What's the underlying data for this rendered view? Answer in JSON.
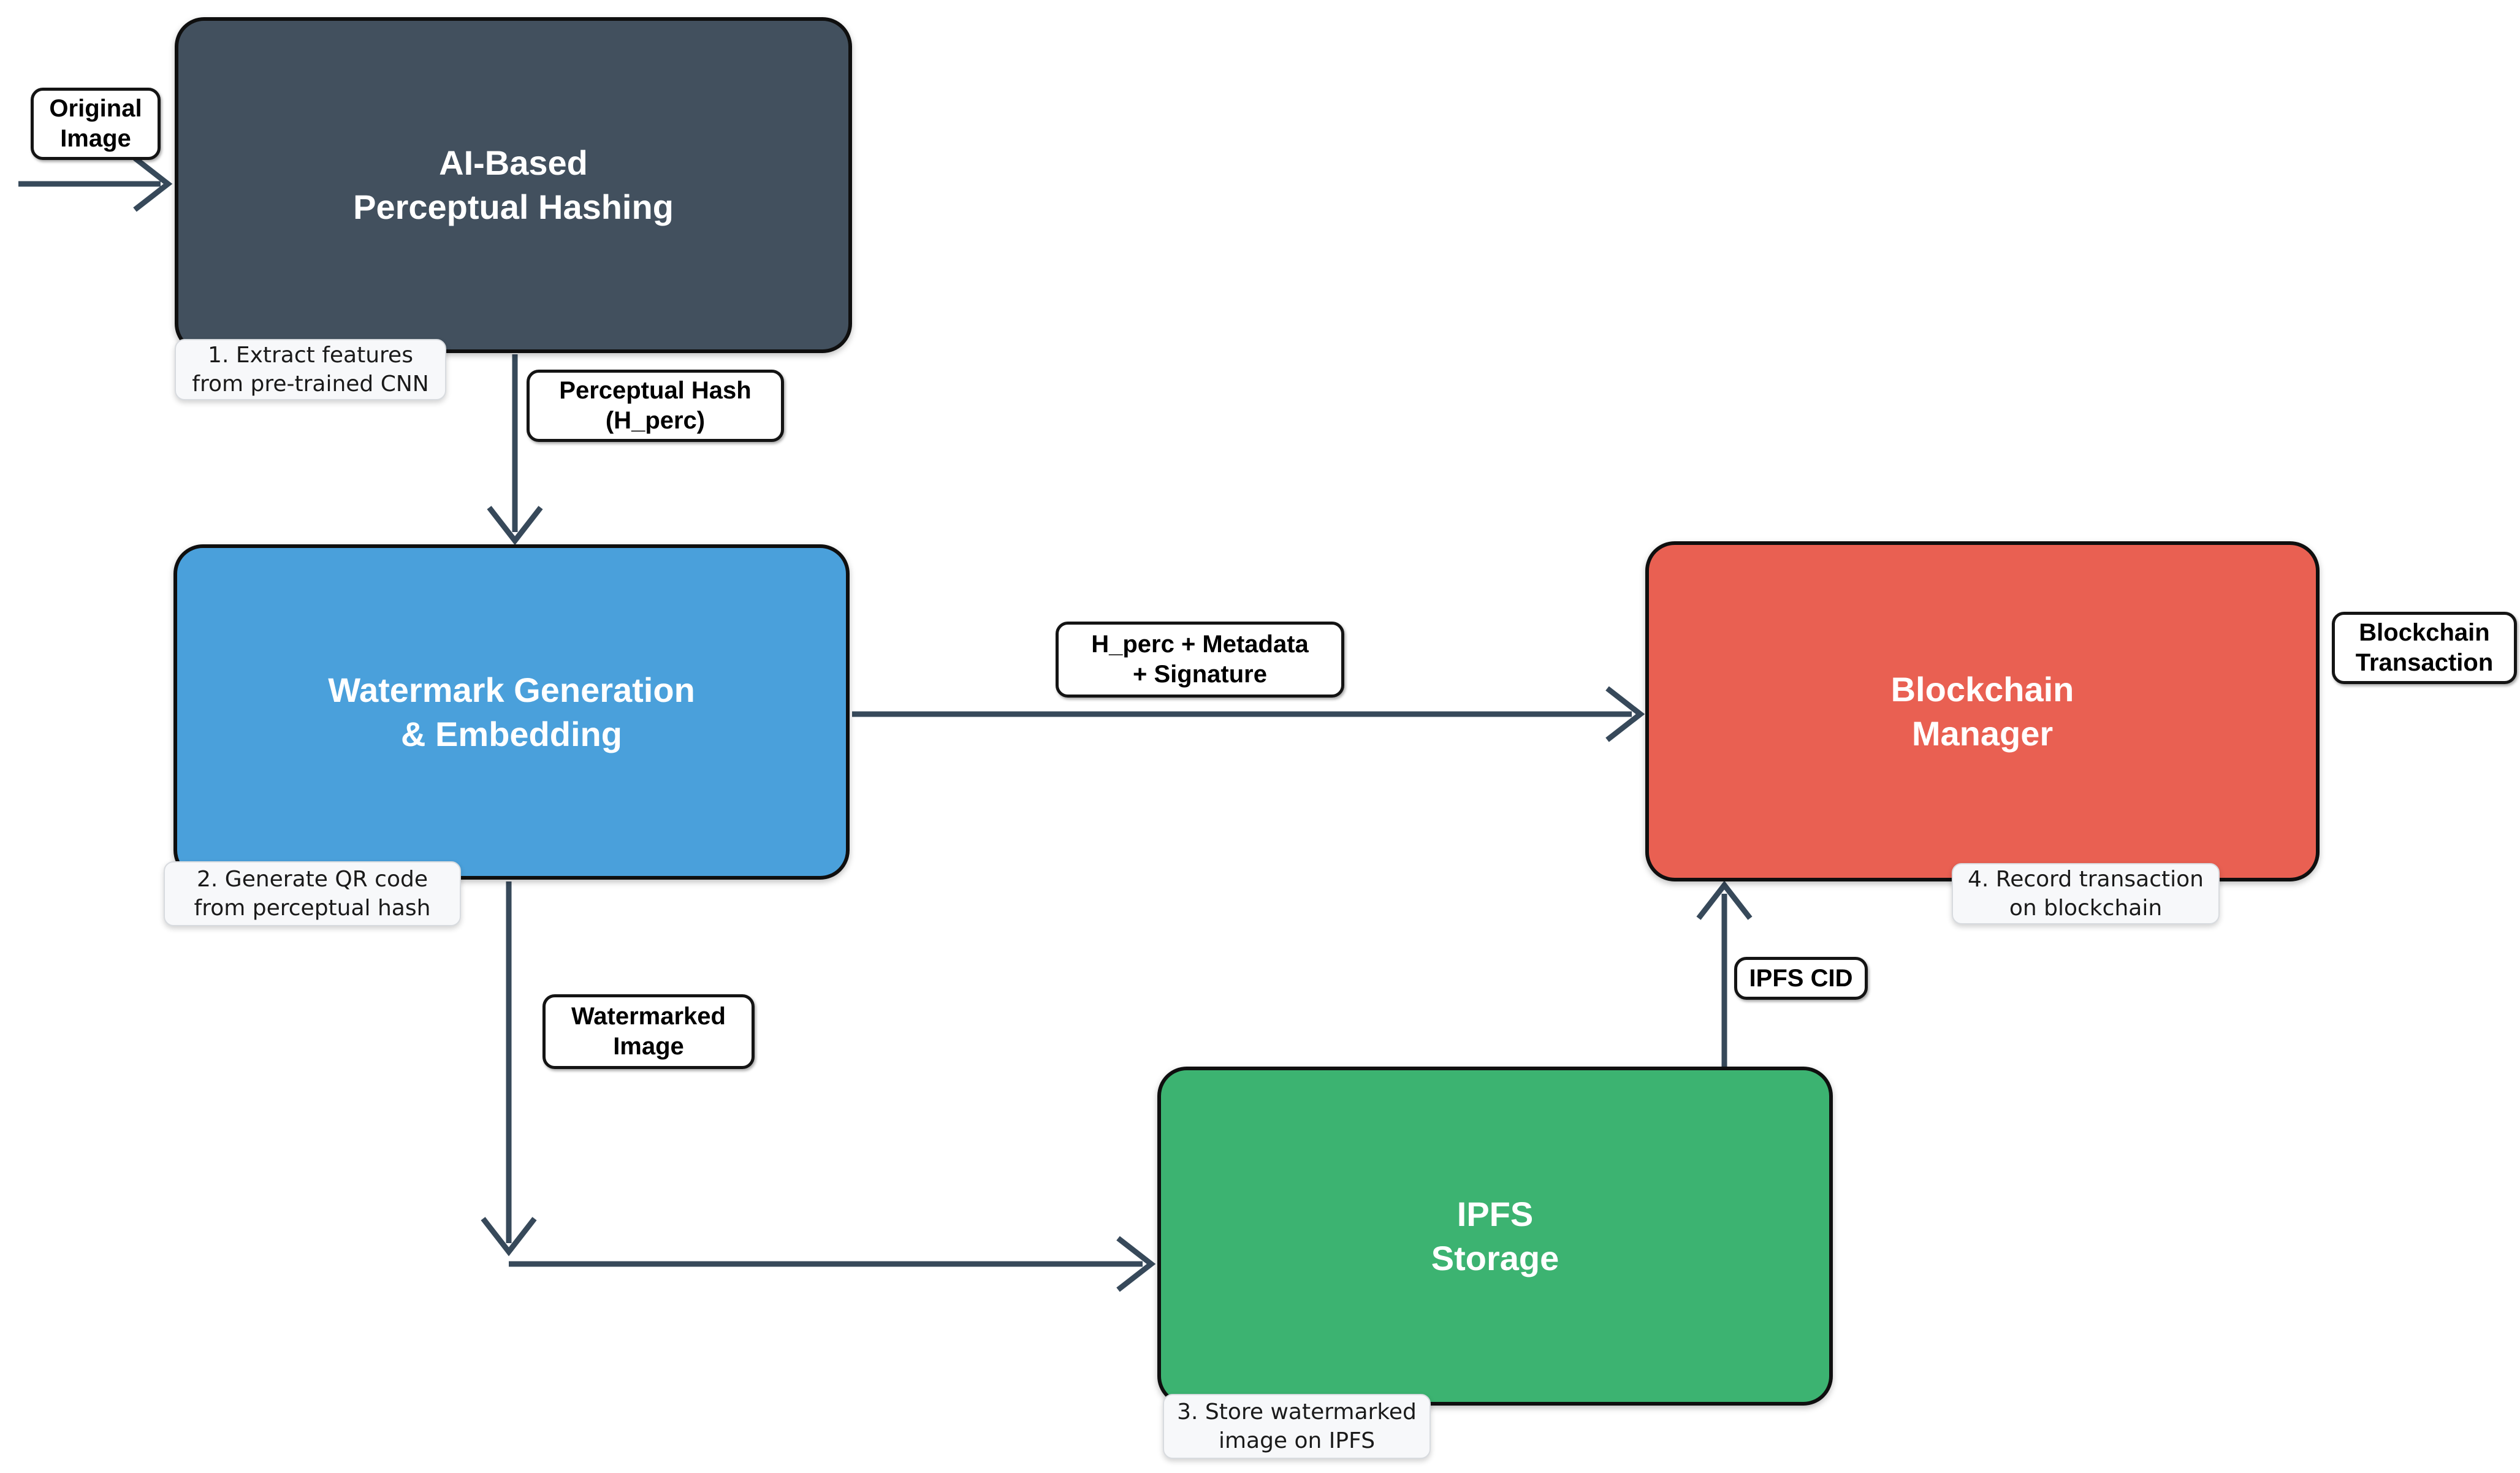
{
  "diagram": {
    "title_none_visible": "",
    "colors": {
      "background": "#ffffff",
      "arrow": "#37495a",
      "node_border": "#0f0f0f",
      "note_background": "#f7f8fa",
      "label_background": "#ffffff"
    },
    "nodes": {
      "hashing": {
        "line1": "AI-Based",
        "line2": "Perceptual Hashing",
        "color": "#42505e"
      },
      "watermark": {
        "line1": "Watermark Generation",
        "line2": "& Embedding",
        "color": "#4aa0db"
      },
      "blockchain": {
        "line1": "Blockchain",
        "line2": "Manager",
        "color": "#e96052"
      },
      "ipfs": {
        "line1": "IPFS",
        "line2": "Storage",
        "color": "#3cb371"
      }
    },
    "edge_labels": {
      "original_image": {
        "line1": "Original",
        "line2": "Image"
      },
      "perceptual_hash": {
        "line1": "Perceptual Hash",
        "line2": "(H_perc)"
      },
      "hperc_metadata": {
        "line1": "H_perc + Metadata",
        "line2": "+ Signature"
      },
      "watermarked_image": {
        "line1": "Watermarked",
        "line2": "Image"
      },
      "ipfs_cid": {
        "line1": "IPFS CID",
        "line2": ""
      },
      "blockchain_transaction": {
        "line1": "Blockchain",
        "line2": "Transaction"
      }
    },
    "notes": {
      "note1": {
        "line1": "1. Extract features",
        "line2": "from pre-trained CNN"
      },
      "note2": {
        "line1": "2. Generate QR code",
        "line2": "from perceptual hash"
      },
      "note3": {
        "line1": "3. Store watermarked",
        "line2": "image on IPFS"
      },
      "note4": {
        "line1": "4. Record transaction",
        "line2": "on blockchain"
      }
    }
  }
}
